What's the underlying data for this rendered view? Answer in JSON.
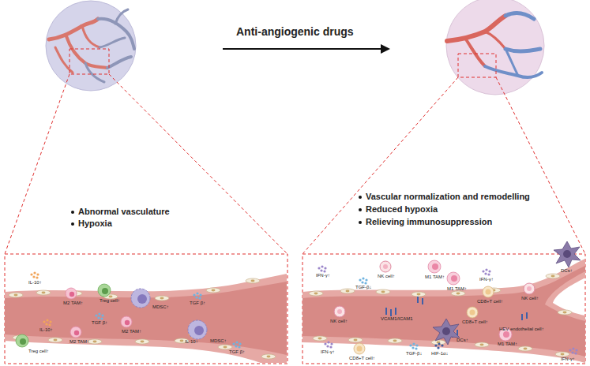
{
  "diagram": {
    "labels": [
      "Anti-angiogenic drugs",
      "Abnormal vasculature",
      "Hypoxia",
      "Vascular normalization and remodelling",
      "Reduced hypoxia",
      "Relieving immunosuppression",
      "IL-10↑",
      "M2 TAM↑",
      "Treg cell↑",
      "MDSC↑",
      "TGF β↑",
      "TGF β↑",
      "M2 TAM↑",
      "IL-10↑",
      "Treg cell↑",
      "M2 TAM↑",
      "IL-10↑",
      "MDSC↑",
      "TGF β↑",
      "IFN-γ↑",
      "TGF-β↓",
      "NK cell↑",
      "M1 TAM↑",
      "M1 TAM↑",
      "IFN-γ↑",
      "CD8+T cell↑",
      "NK cell↑",
      "DCs↑",
      "NK cell↑",
      "VCAM1/ICAM1",
      "CD8+T cell↑",
      "HEV endothelial cell↑",
      "IFN-γ↑",
      "CD8+T cell↑",
      "TGF-β↓",
      "HIF-1α↓",
      "M1 TAM↑",
      "DCs↑",
      "IFN-γ↑"
    ]
  }
}
